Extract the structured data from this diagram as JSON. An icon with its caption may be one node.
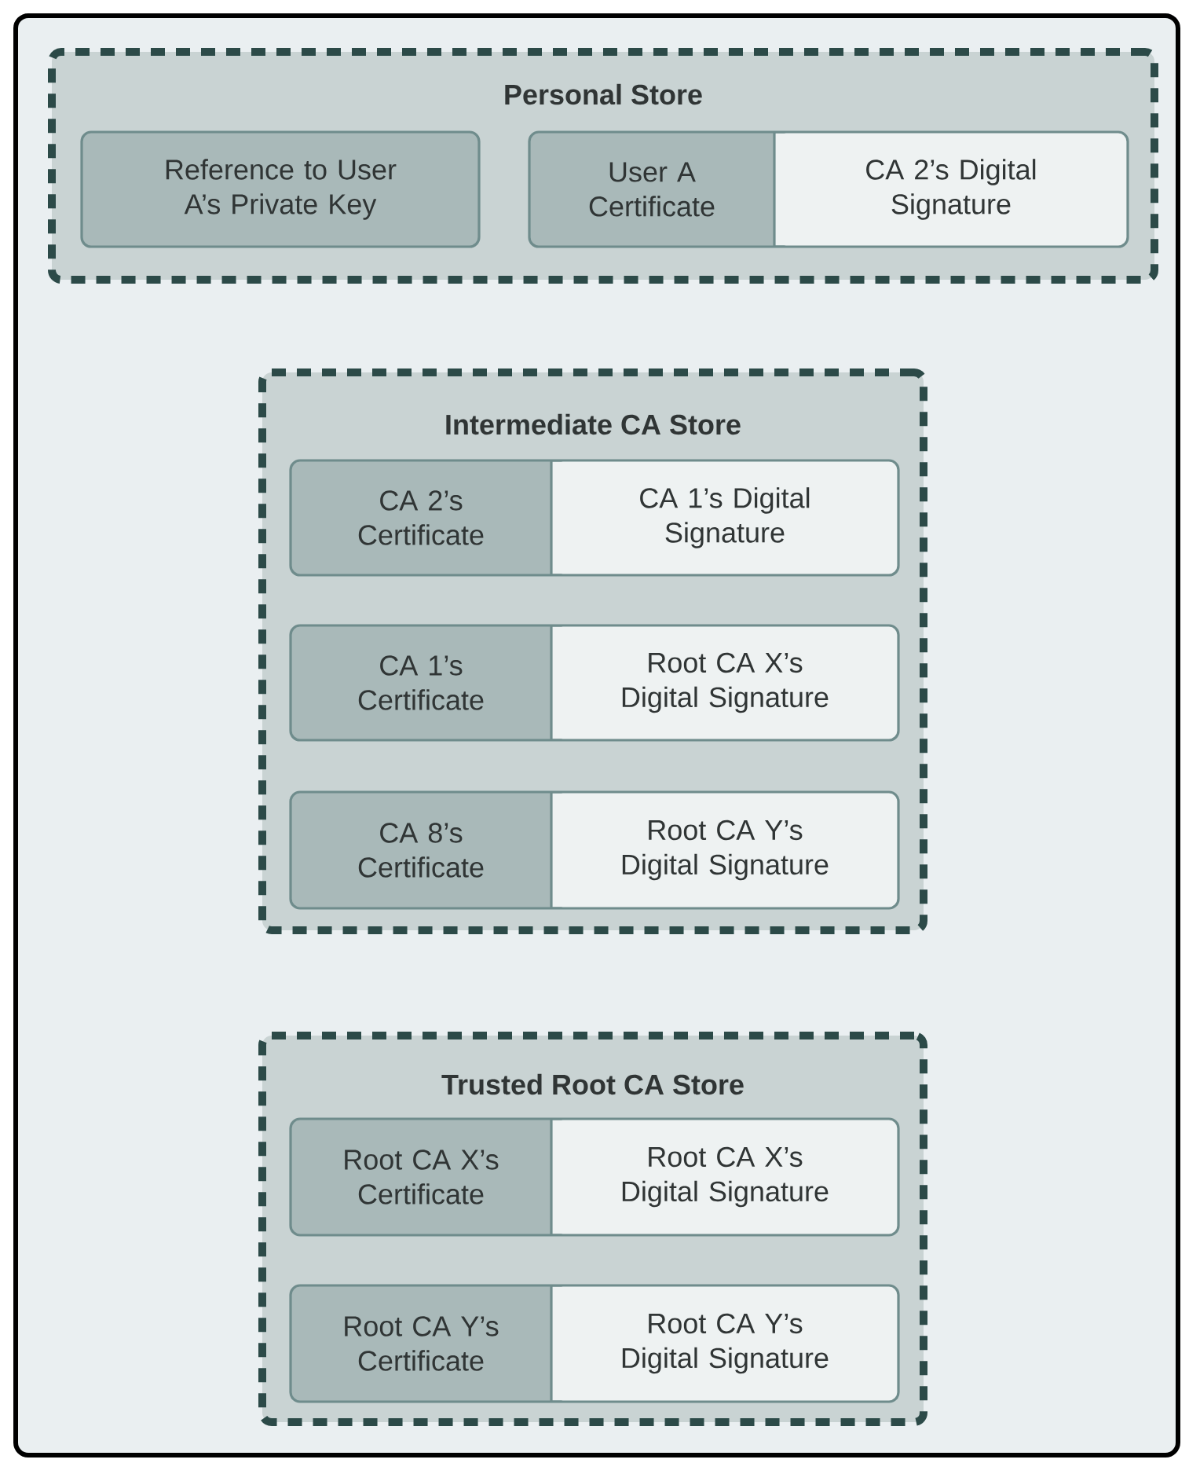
{
  "diagram": {
    "nodes": [
      {
        "text": [
          "Personal Store"
        ]
      },
      {
        "text": [
          "Reference to User A’s Private Key"
        ],
        "in": 0
      },
      {
        "text": [
          "User A Certificate",
          "CA 2’s Digital Signature"
        ],
        "in": 0
      },
      {
        "text": [
          "Intermediate CA Store"
        ]
      },
      {
        "text": [
          "CA 2’s Certificate",
          "CA 1’s Digital Signature"
        ],
        "in": 3
      },
      {
        "text": [
          "CA 1’s Certificate",
          "Root CA X’s Digital Signature"
        ],
        "in": 3
      },
      {
        "text": [
          "CA 8’s Certificate",
          "Root CA Y’s Digital Signature"
        ],
        "in": 3
      },
      {
        "text": [
          "Trusted Root CA Store"
        ]
      },
      {
        "text": [
          "Root CA X’s Certificate",
          "Root CA X’s Digital Signature"
        ],
        "in": 7
      },
      {
        "text": [
          "Root CA Y’s Certificate",
          "Root CA Y’s Digital Signature"
        ],
        "in": 7
      }
    ]
  }
}
